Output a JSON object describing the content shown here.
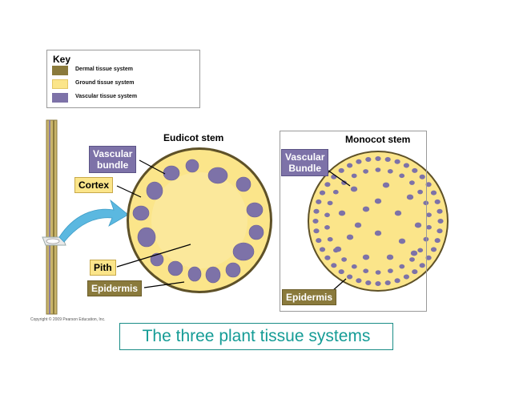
{
  "key": {
    "title": "Key",
    "items": [
      {
        "label": "Dermal tissue system",
        "color": "#8a7a3c"
      },
      {
        "label": "Ground tissue system",
        "color": "#fbe58a"
      },
      {
        "label": "Vascular tissue system",
        "color": "#7d72a8"
      }
    ]
  },
  "eudicot": {
    "title": "Eudicot stem",
    "labels": {
      "vascular_line1": "Vascular",
      "vascular_line2": "bundle",
      "cortex": "Cortex",
      "pith": "Pith",
      "epidermis": "Epidermis"
    }
  },
  "monocot": {
    "title": "Monocot stem",
    "labels": {
      "vascular_line1": "Vascular",
      "vascular_line2": "Bundle",
      "epidermis": "Epidermis"
    }
  },
  "copyright": "Copyright © 2009 Pearson Education, Inc.",
  "caption": "The three plant tissue systems",
  "colors": {
    "dermal": "#8a7a3c",
    "ground": "#fbe58a",
    "vascular": "#7d72a8",
    "arrow": "#5bb8e0",
    "caption": "#159c96"
  }
}
